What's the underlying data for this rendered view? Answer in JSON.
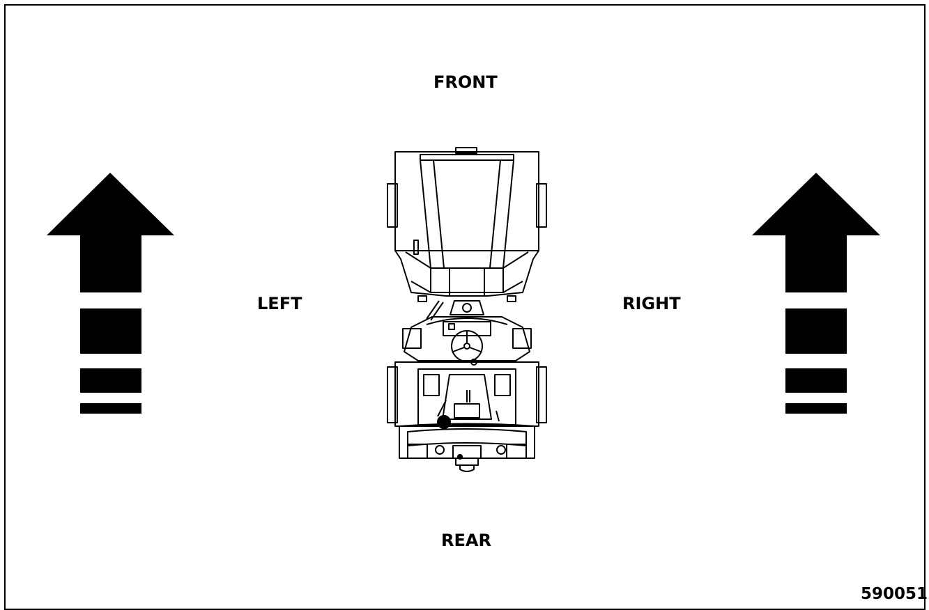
{
  "diagram": {
    "labels": {
      "front": "FRONT",
      "rear": "REAR",
      "left": "LEFT",
      "right": "RIGHT"
    },
    "figure_number": "590051",
    "arrows": [
      {
        "side": "left",
        "direction": "up"
      },
      {
        "side": "right",
        "direction": "up"
      }
    ],
    "colors": {
      "ink": "#000000",
      "paper": "#ffffff"
    }
  }
}
